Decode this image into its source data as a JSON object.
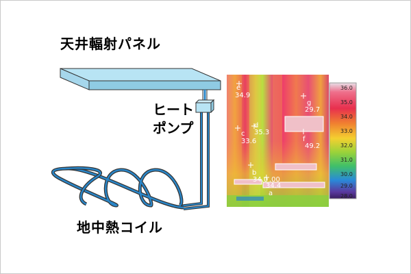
{
  "labels": {
    "panel": "天井輻射パネル",
    "heat_pump_line1": "ヒート",
    "heat_pump_line2": "ポンプ",
    "coil": "地中熱コイル"
  },
  "thermal_image": {
    "points": [
      {
        "id": "e",
        "letter": "e",
        "value": "34.9"
      },
      {
        "id": "g",
        "letter": "g",
        "value": "29.7"
      },
      {
        "id": "c",
        "letter": "c",
        "value": "33.6"
      },
      {
        "id": "d",
        "letter": "d",
        "value": "35.3"
      },
      {
        "id": "f",
        "letter": "f",
        "value": "49.2"
      },
      {
        "id": "b",
        "letter": "b",
        "value": "34.0"
      },
      {
        "id": "b2",
        "letter": "",
        "value": ".00"
      },
      {
        "id": "a",
        "letter": "a",
        "value": "34.4"
      }
    ],
    "scale": [
      "36.0",
      "35.0",
      "34.0",
      "33.0",
      "32.0",
      "31.0",
      "30.0",
      "29.0",
      "28.0"
    ]
  },
  "colors": {
    "panel_top": "#b8e4f4",
    "panel_side": "#8fcbe3",
    "pipe": "#2a86c8",
    "outline": "#333333"
  }
}
